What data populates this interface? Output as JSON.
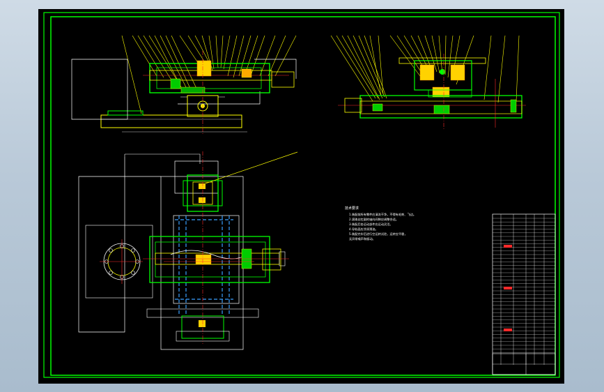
{
  "window": {
    "background": "#c3d2df",
    "canvas_background": "#000000"
  },
  "colors": {
    "border": "#00ff00",
    "outline": "#ffff00",
    "centerline": "#ff2a2a",
    "hidden": "#3aa0ff",
    "dimension": "#ffffff"
  },
  "drawing": {
    "notes_title": "技术要求",
    "notes": [
      "1.装配前所有零件应清洗干净，不得有毛刺、飞边。",
      "2.滚珠丝杠副的轴向间隙应调整合适。",
      "3.装配后各运动部件应运动灵活。",
      "4.导轨面应涂润滑油。",
      "5.装配完毕后进行空运转试验，运转应平稳，",
      "  无异常噪声和振动。"
    ]
  }
}
